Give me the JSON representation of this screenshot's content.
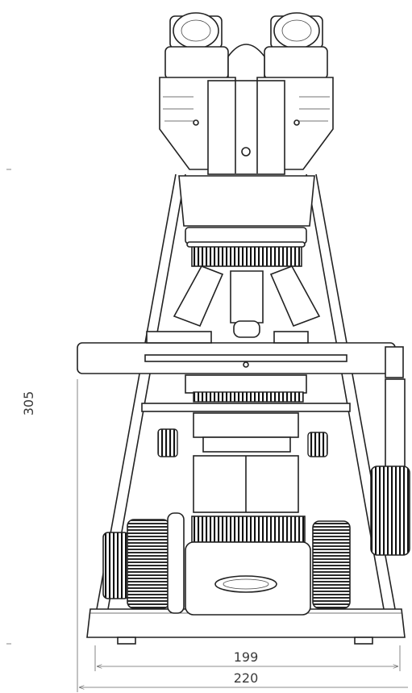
{
  "dimensions": {
    "height": "305",
    "inner_width": "199",
    "outer_width": "220"
  }
}
